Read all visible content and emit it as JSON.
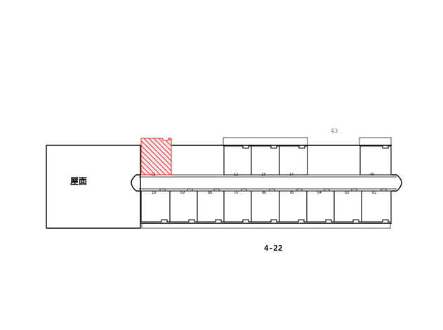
{
  "drawing": {
    "roof_label": "屋面",
    "sheet_label": "4-22",
    "floor_number": "43",
    "highlight_color": "#d32f2f"
  },
  "units": {
    "top": [
      "11",
      "12",
      "13",
      "14",
      "46"
    ],
    "bottom": [
      "10",
      "09",
      "08",
      "07",
      "06",
      "05",
      "04",
      "03",
      "02"
    ]
  },
  "selected_unit": "11"
}
